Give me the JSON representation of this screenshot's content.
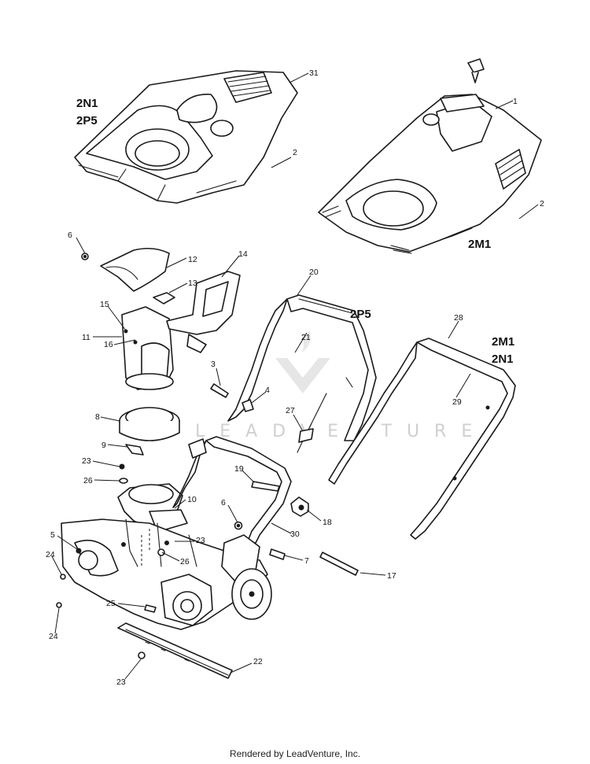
{
  "variant_labels": {
    "top_left_1": "2N1",
    "top_left_2": "2P5",
    "right_shroud": "2M1",
    "mid_handle": "2P5",
    "right_handle_1": "2M1",
    "right_handle_2": "2N1"
  },
  "callouts": {
    "c31": "31",
    "c2a": "2",
    "c1": "1",
    "c2b": "2",
    "c6a": "6",
    "c12": "12",
    "c14": "14",
    "c13": "13",
    "c15": "15",
    "c11": "11",
    "c16": "16",
    "c20": "20",
    "c21": "21",
    "c28": "28",
    "c29": "29",
    "c3": "3",
    "c4": "4",
    "c8": "8",
    "c27": "27",
    "c9": "9",
    "c23a": "23",
    "c26a": "26",
    "c19": "19",
    "c10": "10",
    "c6b": "6",
    "c18": "18",
    "c5": "5",
    "c23b": "23",
    "c30": "30",
    "c24a": "24",
    "c26b": "26",
    "c7": "7",
    "c17": "17",
    "c25": "25",
    "c24b": "24",
    "c22": "22",
    "c23c": "23"
  },
  "watermark": "LEADVENTURE",
  "footer": "Rendered by LeadVenture, Inc."
}
